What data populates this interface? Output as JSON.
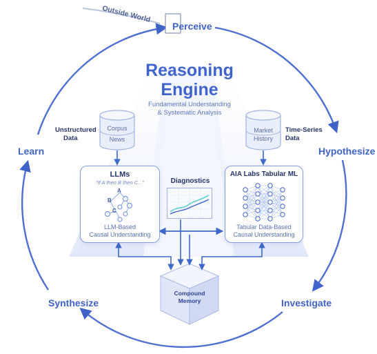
{
  "cycle": {
    "outside_world": "Outside World",
    "perceive": "Perceive",
    "hypothesize": "Hypothesize",
    "investigate": "Investigate",
    "synthesize": "Synthesize",
    "learn": "Learn"
  },
  "engine": {
    "title_line1": "Reasoning",
    "title_line2": "Engine",
    "subtitle_line1": "Fundamental Understanding",
    "subtitle_line2": "& Systematic Analysis"
  },
  "left_source": {
    "label_line1": "Unstructured",
    "label_line2": "Data",
    "db_line1": "Corpus",
    "db_line2": "News"
  },
  "right_source": {
    "label_line1": "Time-Series",
    "label_line2": "Data",
    "db_line1": "Market",
    "db_line2": "History"
  },
  "llm_panel": {
    "title": "LLMs",
    "quote": "\"If A then B then C...\"",
    "node_a": "A",
    "node_b": "B",
    "node_c": "C",
    "caption_line1": "LLM-Based",
    "caption_line2": "Causal Understanding"
  },
  "diagnostics": {
    "title": "Diagnostics"
  },
  "tabular_panel": {
    "title": "AIA Labs Tabular ML",
    "caption_line1": "Tabular Data-Based",
    "caption_line2": "Causal Understanding"
  },
  "memory": {
    "line1": "Compound",
    "line2": "Memory"
  },
  "colors": {
    "accent": "#3f63c9",
    "dark": "#27356b",
    "light": "#7f9de3",
    "fill": "#e4ebfb"
  }
}
